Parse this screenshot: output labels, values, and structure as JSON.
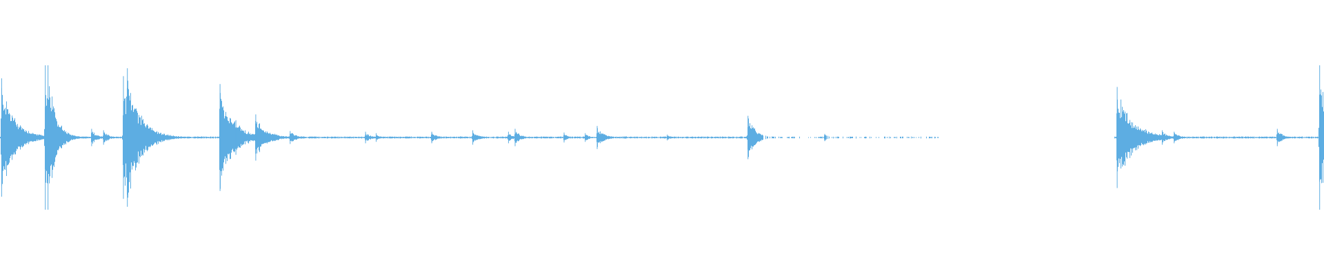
{
  "waveform": {
    "color": "#5dade2",
    "amplitude_range": [
      -1,
      1
    ],
    "duration_range": [
      0,
      1
    ],
    "noise_floor": 0.01,
    "events": [
      {
        "t": 0.001,
        "peak": 0.82,
        "decay": 0.01
      },
      {
        "t": 0.034,
        "peak": 1.0,
        "decay": 0.006
      },
      {
        "t": 0.036,
        "peak": 1.0,
        "decay": 0.006
      },
      {
        "t": 0.069,
        "peak": 0.12,
        "decay": 0.004
      },
      {
        "t": 0.078,
        "peak": 0.1,
        "decay": 0.004
      },
      {
        "t": 0.093,
        "peak": 0.85,
        "decay": 0.008
      },
      {
        "t": 0.096,
        "peak": 0.96,
        "decay": 0.01
      },
      {
        "t": 0.166,
        "peak": 0.74,
        "decay": 0.01
      },
      {
        "t": 0.178,
        "peak": 0.24,
        "decay": 0.004
      },
      {
        "t": 0.193,
        "peak": 0.32,
        "decay": 0.008
      },
      {
        "t": 0.219,
        "peak": 0.09,
        "decay": 0.005
      },
      {
        "t": 0.276,
        "peak": 0.08,
        "decay": 0.004
      },
      {
        "t": 0.284,
        "peak": 0.06,
        "decay": 0.003
      },
      {
        "t": 0.326,
        "peak": 0.08,
        "decay": 0.004
      },
      {
        "t": 0.357,
        "peak": 0.1,
        "decay": 0.004
      },
      {
        "t": 0.384,
        "peak": 0.08,
        "decay": 0.003
      },
      {
        "t": 0.389,
        "peak": 0.12,
        "decay": 0.004
      },
      {
        "t": 0.426,
        "peak": 0.07,
        "decay": 0.003
      },
      {
        "t": 0.442,
        "peak": 0.06,
        "decay": 0.003
      },
      {
        "t": 0.451,
        "peak": 0.16,
        "decay": 0.005
      },
      {
        "t": 0.504,
        "peak": 0.04,
        "decay": 0.003
      },
      {
        "t": 0.565,
        "peak": 0.3,
        "decay": 0.006
      },
      {
        "t": 0.623,
        "peak": 0.05,
        "decay": 0.003
      },
      {
        "t": 0.844,
        "peak": 0.7,
        "decay": 0.012
      },
      {
        "t": 0.878,
        "peak": 0.1,
        "decay": 0.004
      },
      {
        "t": 0.887,
        "peak": 0.08,
        "decay": 0.004
      },
      {
        "t": 0.965,
        "peak": 0.12,
        "decay": 0.004
      },
      {
        "t": 0.997,
        "peak": 1.0,
        "decay": 0.008
      }
    ],
    "silent_spans": [
      [
        0.709,
        0.842
      ]
    ],
    "sparse_spans": [
      [
        0.575,
        0.709
      ]
    ]
  }
}
